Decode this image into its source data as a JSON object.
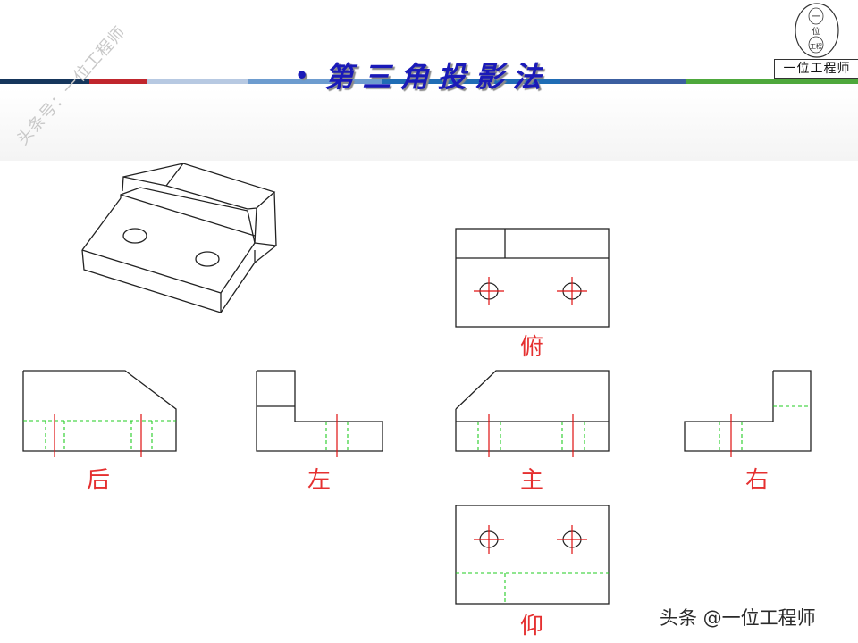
{
  "slide": {
    "bullet": "•",
    "title": "第三角投影法"
  },
  "stripe_colors": [
    "#16365c",
    "#c0262d",
    "#b7c9e2",
    "#6d9ccf",
    "#1f6db5",
    "#3c5fa0",
    "#4ea83c"
  ],
  "logo": {
    "caption": "一位工程师",
    "seal_glyphs": [
      "一",
      "位",
      "工程"
    ]
  },
  "watermarks": {
    "diagonal": "头条号：一位工程师",
    "bottom_right": "头条 @一位工程师"
  },
  "views": {
    "top": "俯",
    "back": "后",
    "left": "左",
    "front": "主",
    "right": "右",
    "bottom": "仰"
  },
  "colors": {
    "title": "#1a1ab8",
    "label": "#e53030",
    "centerline": "#e01010",
    "hidden_line": "#22cc22",
    "outline": "#222222"
  }
}
